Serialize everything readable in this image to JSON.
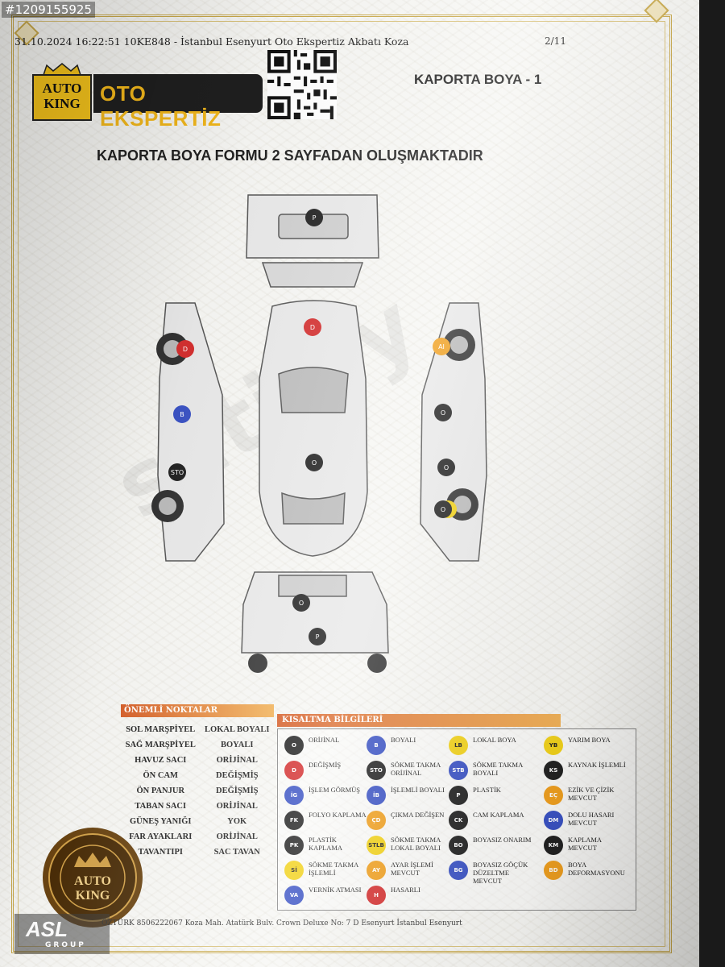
{
  "watermark_id": "#1209155925",
  "header": {
    "meta_line": "31.10.2024 16:22:51 10KE848 - İstanbul Esenyurt Oto Ekspertiz Akbatı Koza",
    "page_number": "2/11",
    "logo_line1": "AUTO",
    "logo_line2": "KING",
    "logo_brand": "OTO EKSPERTİZ",
    "section_title": "KAPORTA BOYA - 1"
  },
  "form_title": "KAPORTA BOYA FORMU 2 SAYFADAN OLUŞMAKTADIR",
  "diagram": {
    "markers": [
      "P",
      "D",
      "D",
      "AI",
      "B",
      "O",
      "O",
      "O",
      "STO",
      "O",
      "YB",
      "O",
      "P"
    ]
  },
  "important_points": {
    "title": "ÖNEMLİ NOKTALAR",
    "rows": [
      [
        "SOL MARŞPİYEL",
        "LOKAL BOYALI"
      ],
      [
        "SAĞ MARŞPİYEL",
        "BOYALI"
      ],
      [
        "HAVUZ SACI",
        "ORİJİNAL"
      ],
      [
        "ÖN CAM",
        "DEĞİŞMİŞ"
      ],
      [
        "ÖN PANJUR",
        "DEĞİŞMİŞ"
      ],
      [
        "TABAN SACI",
        "ORİJİNAL"
      ],
      [
        "GÜNEŞ YANIĞI",
        "YOK"
      ],
      [
        "FAR AYAKLARI",
        "ORİJİNAL"
      ],
      [
        "TAVANTIPI",
        "SAC TAVAN"
      ]
    ]
  },
  "abbreviations": {
    "title": "KISALTMA BİLGİLERİ",
    "items": [
      {
        "code": "O",
        "label": "ORİJİNAL",
        "color": "#222222"
      },
      {
        "code": "B",
        "label": "BOYALI",
        "color": "#3b53c4"
      },
      {
        "code": "LB",
        "label": "LOKAL BOYA",
        "color": "#f2d21a"
      },
      {
        "code": "YB",
        "label": "YARIM BOYA",
        "color": "#f2d21a"
      },
      {
        "code": "D",
        "label": "DEĞİŞMİŞ",
        "color": "#d43030"
      },
      {
        "code": "STO",
        "label": "SÖKME TAKMA ORİJİNAL",
        "color": "#222222"
      },
      {
        "code": "STB",
        "label": "SÖKME TAKMA BOYALI",
        "color": "#3b53c4"
      },
      {
        "code": "KS",
        "label": "KAYNAK İŞLEMLİ",
        "color": "#222222"
      },
      {
        "code": "İG",
        "label": "İŞLEM GÖRMÜŞ",
        "color": "#3b53c4"
      },
      {
        "code": "İB",
        "label": "İŞLEMLİ BOYALI",
        "color": "#3b53c4"
      },
      {
        "code": "P",
        "label": "PLASTİK",
        "color": "#222222"
      },
      {
        "code": "EÇ",
        "label": "EZİK VE ÇİZİK MEVCUT",
        "color": "#f0a020"
      },
      {
        "code": "FK",
        "label": "FOLYO KAPLAMA",
        "color": "#222222"
      },
      {
        "code": "ÇD",
        "label": "ÇIKMA DEĞİŞEN",
        "color": "#f0a020"
      },
      {
        "code": "CK",
        "label": "CAM KAPLAMA",
        "color": "#222222"
      },
      {
        "code": "DM",
        "label": "DOLU HASARI MEVCUT",
        "color": "#3b53c4"
      },
      {
        "code": "PK",
        "label": "PLASTİK KAPLAMA",
        "color": "#222222"
      },
      {
        "code": "STLB",
        "label": "SÖKME TAKMA LOKAL BOYALI",
        "color": "#f2d21a"
      },
      {
        "code": "BO",
        "label": "BOYASIZ ONARIM",
        "color": "#222222"
      },
      {
        "code": "KM",
        "label": "KAPLAMA MEVCUT",
        "color": "#222222"
      },
      {
        "code": "Sİ",
        "label": "SÖKME TAKMA İŞLEMLİ",
        "color": "#f2d21a"
      },
      {
        "code": "AY",
        "label": "AYAR İŞLEMİ MEVCUT",
        "color": "#f0a020"
      },
      {
        "code": "BG",
        "label": "BOYASIZ GÖÇÜK DÜZELTME MEVCUT",
        "color": "#3b53c4"
      },
      {
        "code": "BD",
        "label": "BOYA DEFORMASYONU",
        "color": "#f0a020"
      },
      {
        "code": "VA",
        "label": "VERNİK ATMASI",
        "color": "#3b53c4"
      },
      {
        "code": "H",
        "label": "HASARLI",
        "color": "#d43030"
      }
    ]
  },
  "seal": {
    "line1": "AUTO",
    "line2": "KING"
  },
  "footer": "ÖZTÜRK 8506222067 Koza Mah. Atatürk Bulv. Crown Deluxe No: 7 D Esenyurt İstanbul Esenyurt",
  "asl": {
    "brand": "ASL",
    "sub": "GROUP"
  },
  "watermark_text": "satisfy"
}
